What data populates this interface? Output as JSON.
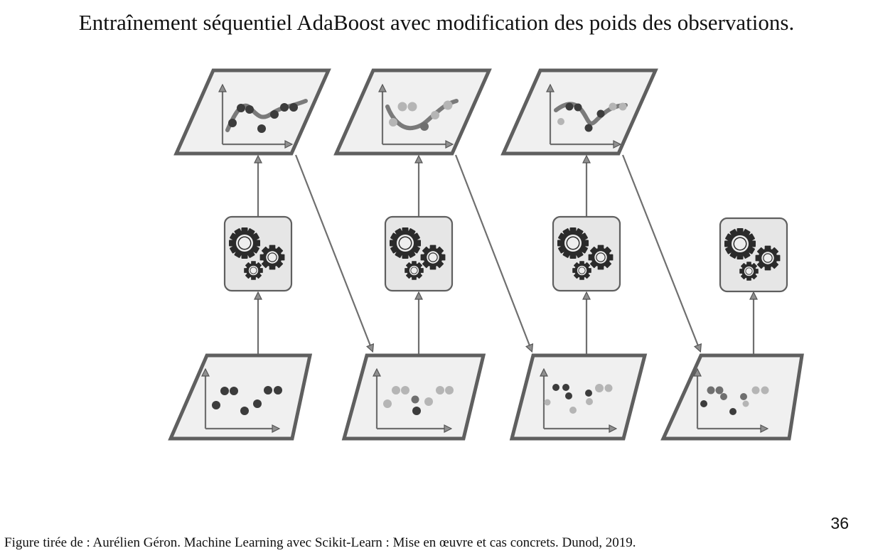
{
  "title": "Entraînement séquentiel AdaBoost avec modification des poids des observations.",
  "slide_number": "36",
  "caption": "Figure tirée de  : Aurélien Géron. Machine Learning avec Scikit-Learn : Mise en œuvre et cas concrets. Dunod, 2019.",
  "icons": {
    "predictor": "gears-icon",
    "dataset": "scatter-plot-icon",
    "prediction": "fitted-curve-icon"
  },
  "colors": {
    "panel_fill": "#f0f0f0",
    "panel_stroke": "#5f5f5f",
    "arrow": "#6f6f6f",
    "gear": "#2b2b2b",
    "curve": "#7a7a7a",
    "point_dark": "#3c3c3c",
    "point_mid": "#6f6f6f",
    "point_light": "#b5b5b5"
  }
}
